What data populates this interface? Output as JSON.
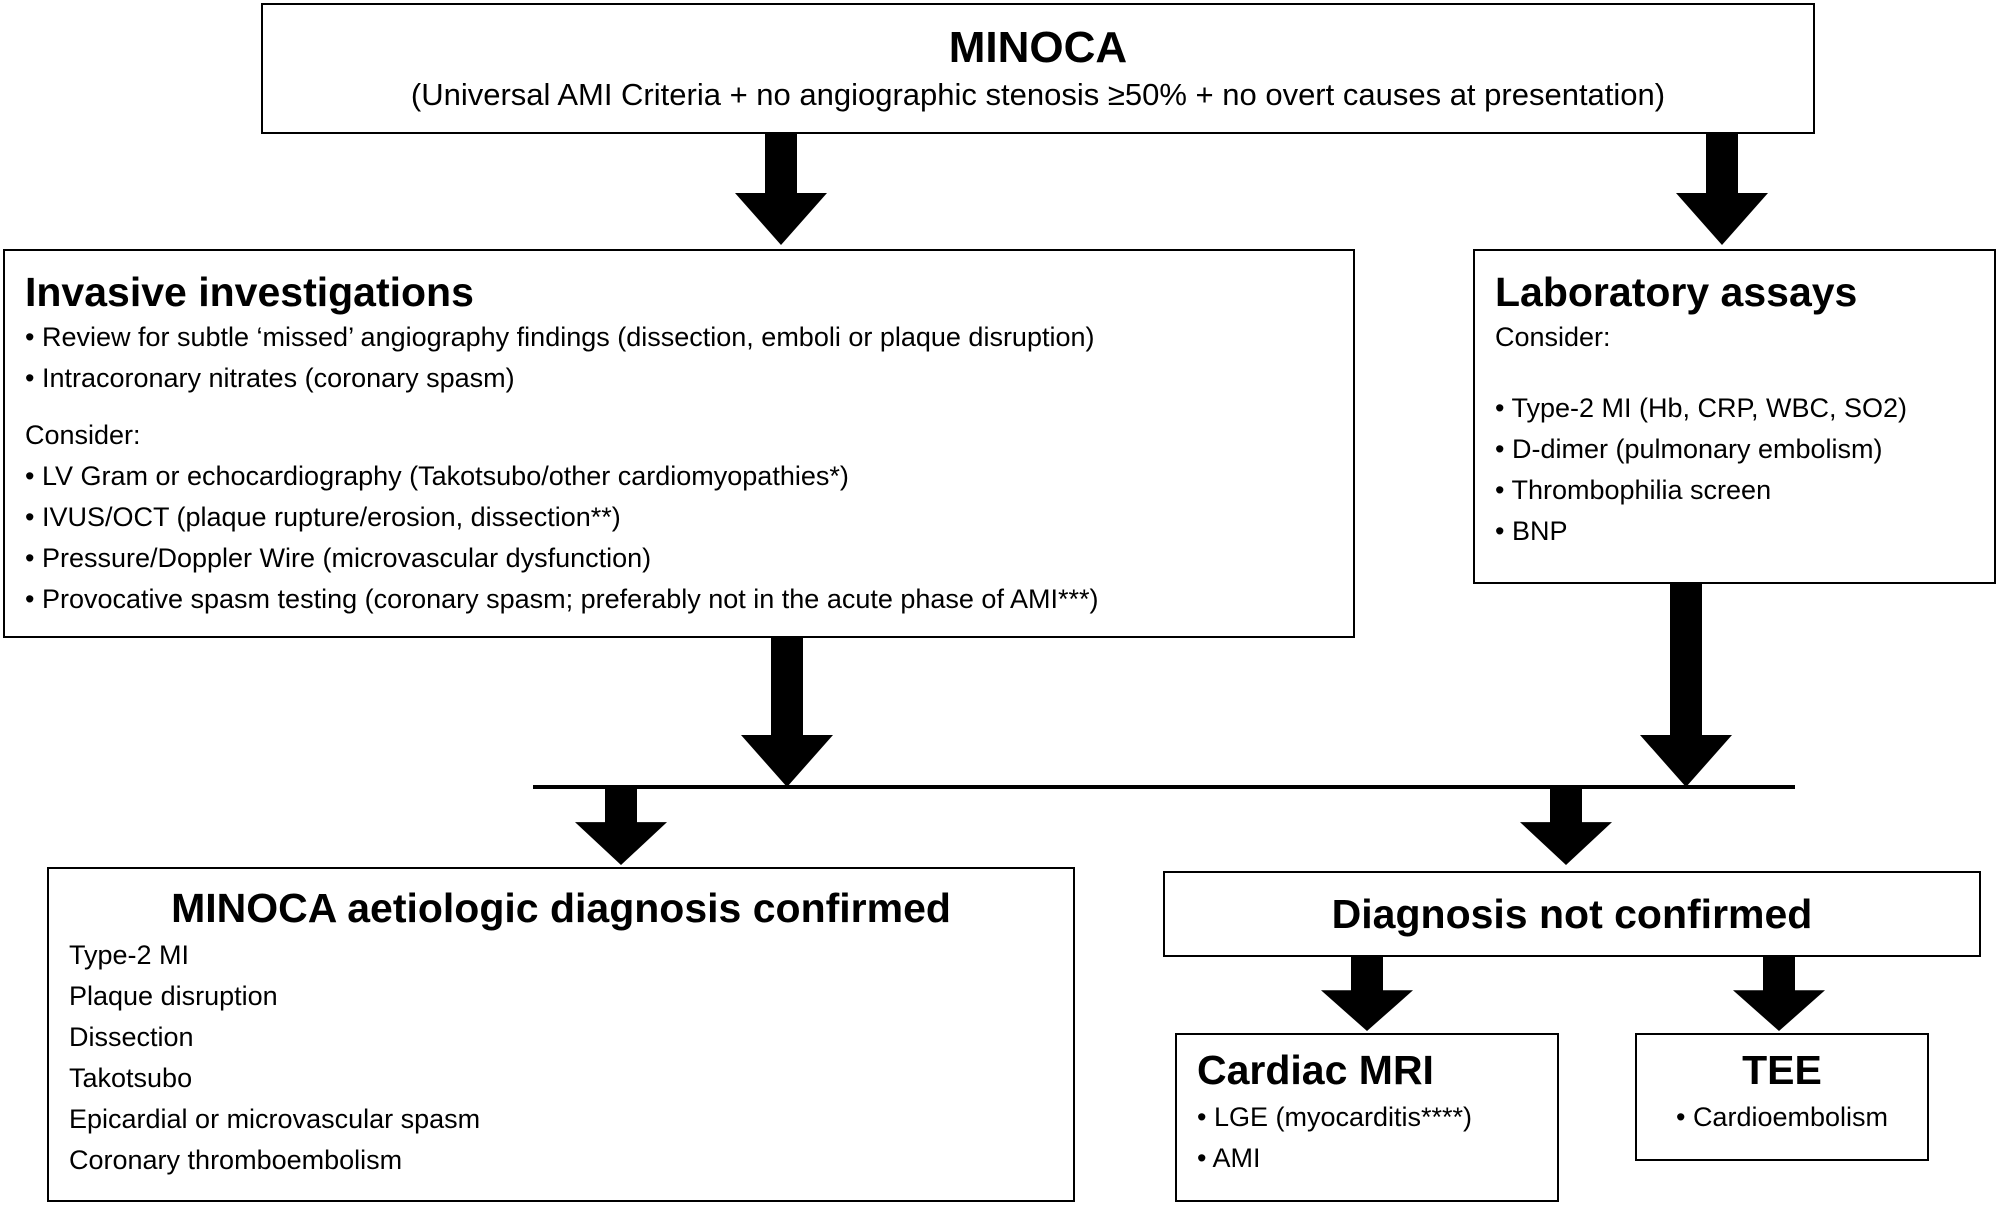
{
  "top": {
    "title": "MINOCA",
    "subtitle": "(Universal AMI Criteria +  no angiographic stenosis ≥50% + no overt causes at presentation)"
  },
  "invasive": {
    "title": "Invasive investigations",
    "items": [
      "• Review for subtle ‘missed’ angiography findings  (dissection, emboli or plaque disruption)",
      "• Intracoronary nitrates (coronary spasm)"
    ],
    "consider": "Consider:",
    "consider_items": [
      "• LV Gram  or echocardiography (Takotsubo/other cardiomyopathies*)",
      "• IVUS/OCT (plaque rupture/erosion, dissection**)",
      "• Pressure/Doppler Wire (microvascular dysfunction)",
      "• Provocative spasm testing (coronary spasm; preferably not in the acute phase of AMI***)"
    ]
  },
  "lab": {
    "title": "Laboratory assays",
    "consider": "Consider:",
    "items": [
      "• Type-2 MI   (Hb, CRP, WBC,  SO2)",
      "• D-dimer (pulmonary embolism)",
      "• Thrombophilia screen",
      "• BNP"
    ]
  },
  "confirmed": {
    "title": "MINOCA aetiologic diagnosis confirmed",
    "items": [
      "Type-2 MI",
      "Plaque disruption",
      "Dissection",
      "Takotsubo",
      "Epicardial or microvascular spasm",
      "Coronary thromboembolism"
    ]
  },
  "not_confirmed": {
    "title": "Diagnosis not confirmed"
  },
  "mri": {
    "title": "Cardiac MRI",
    "items": [
      "• LGE (myocarditis****)",
      "• AMI"
    ]
  },
  "tee": {
    "title": "TEE",
    "items": [
      "• Cardioembolism"
    ]
  },
  "colors": {
    "stroke": "#000000",
    "background": "#ffffff"
  }
}
